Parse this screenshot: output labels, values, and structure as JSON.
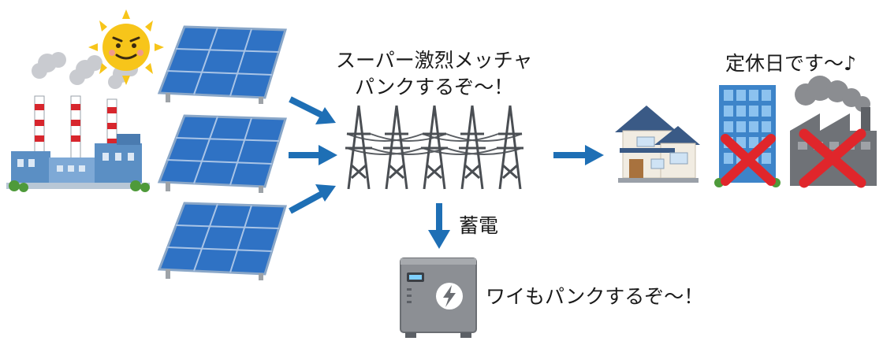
{
  "grid_caption_line1": "スーパー激烈メッチャ",
  "grid_caption_line2": "パンクするぞ～！",
  "holiday_caption": "定休日です～♪",
  "storage_label": "蓄電",
  "battery_caption": "ワイもパンクするぞ～！",
  "colors": {
    "arrow": "#1e6fb5",
    "cross": "#e0262b",
    "sun": "#f7c51a",
    "panel": "#2f72c4",
    "battery": "#8c8f94"
  },
  "icons": [
    "sun-icon",
    "power-plant-icon",
    "solar-panel-icon",
    "transmission-tower-icon",
    "house-icon",
    "office-building-icon",
    "factory-icon",
    "battery-icon",
    "cross-icon"
  ]
}
